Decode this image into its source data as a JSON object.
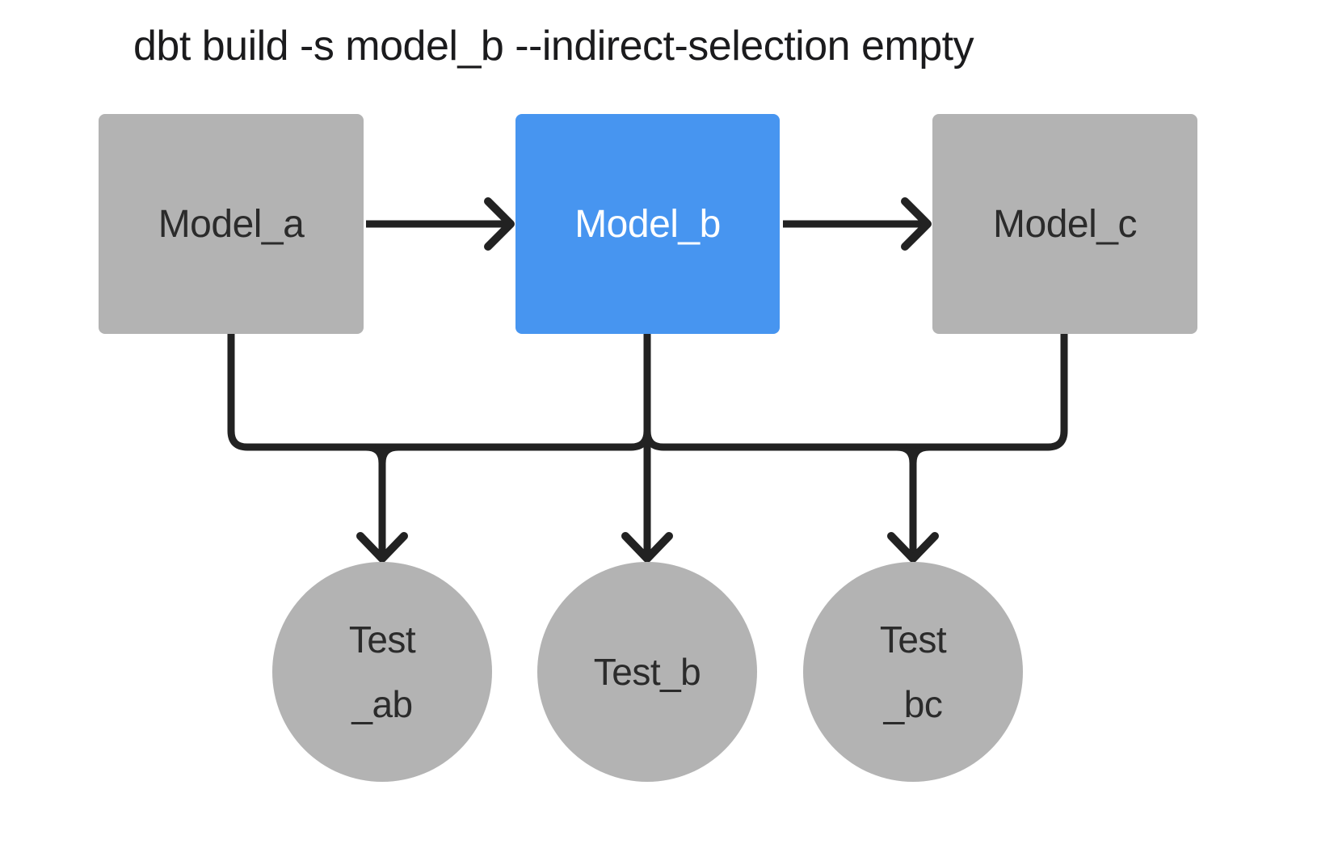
{
  "title": "dbt build -s model_b --indirect-selection empty",
  "colors": {
    "bg": "#ffffff",
    "node-gray": "#b3b3b3",
    "accent-blue": "#4795f0",
    "stroke": "#222222",
    "text-dark": "#2b2b2b",
    "text-light": "#ffffff",
    "title-color": "#1b1b1d"
  },
  "nodes": {
    "model_a": {
      "label": "Model_a",
      "kind": "model",
      "selected": false
    },
    "model_b": {
      "label": "Model_b",
      "kind": "model",
      "selected": true
    },
    "model_c": {
      "label": "Model_c",
      "kind": "model",
      "selected": false
    },
    "test_ab": {
      "line1": "Test",
      "line2": "_ab",
      "kind": "test"
    },
    "test_b": {
      "line1": "Test_b",
      "kind": "test"
    },
    "test_bc": {
      "line1": "Test",
      "line2": "_bc",
      "kind": "test"
    }
  },
  "edges": [
    {
      "from": "model_a",
      "to": "model_b"
    },
    {
      "from": "model_b",
      "to": "model_c"
    },
    {
      "from": "model_a",
      "to": "test_ab"
    },
    {
      "from": "model_b",
      "to": "test_ab"
    },
    {
      "from": "model_b",
      "to": "test_b"
    },
    {
      "from": "model_b",
      "to": "test_bc"
    },
    {
      "from": "model_c",
      "to": "test_bc"
    }
  ]
}
